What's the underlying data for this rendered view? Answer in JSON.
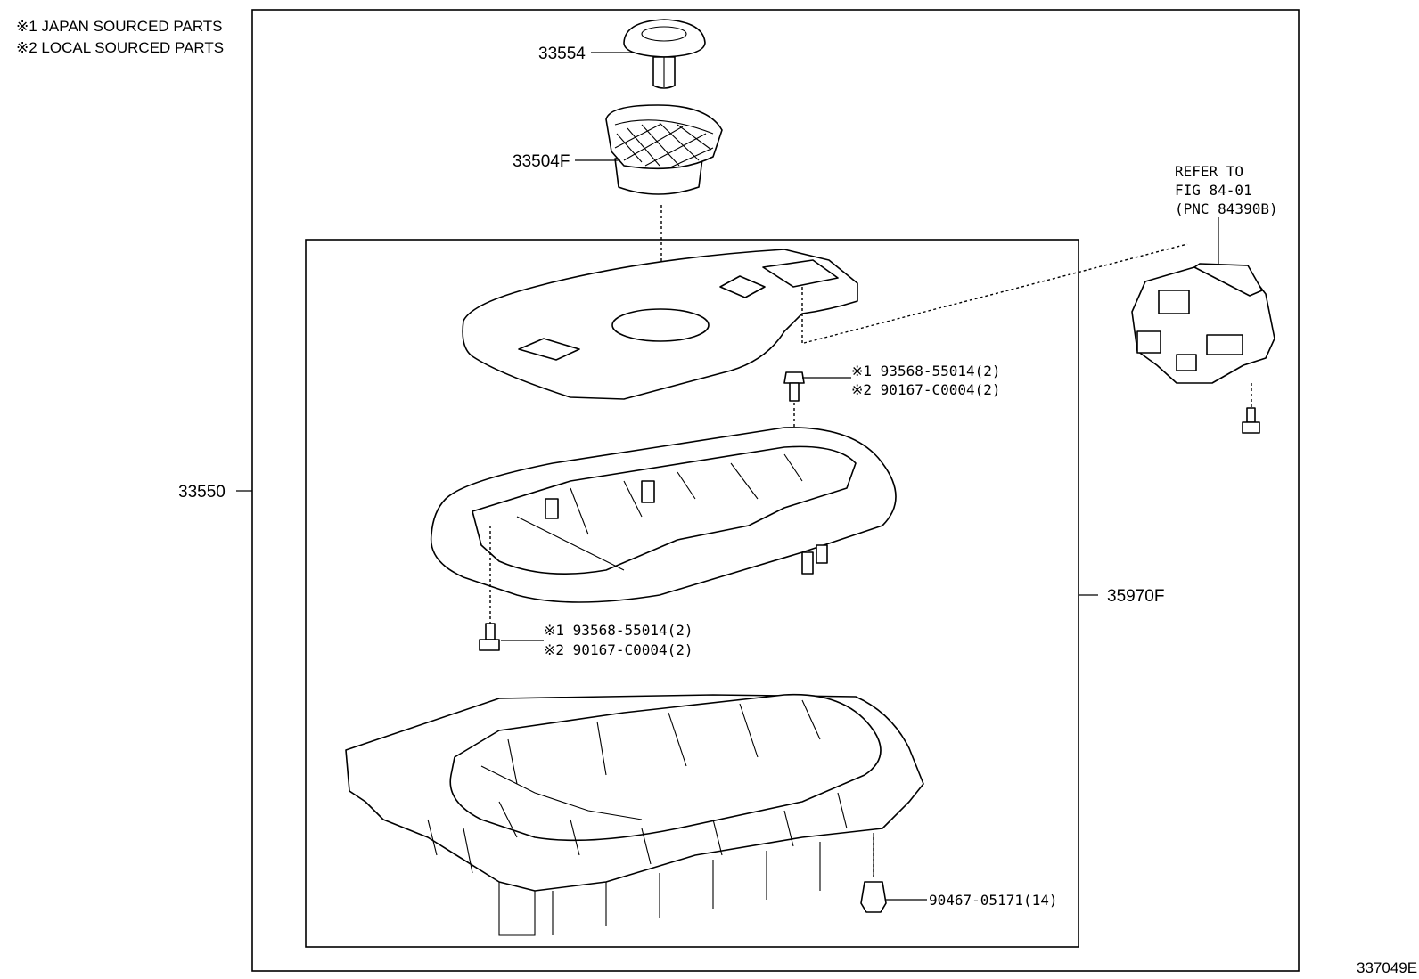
{
  "notes": [
    "※1 JAPAN SOURCED PARTS",
    "※2 LOCAL SOURCED PARTS"
  ],
  "callouts": {
    "knob_button": "33554",
    "shift_knob": "33504F",
    "lever_assy": "33550",
    "bezel_assy": "35970F",
    "clip": "90467-05171(14)",
    "screw_upper_1": "※1 93568-55014(2)",
    "screw_upper_2": "※2 90167-C0004(2)",
    "screw_lower_1": "※1 93568-55014(2)",
    "screw_lower_2": "※2 90167-C0004(2)"
  },
  "refer": {
    "line1": "REFER TO",
    "line2": "FIG 84-01",
    "line3": "(PNC 84390B)"
  },
  "figure_id": "337049E"
}
